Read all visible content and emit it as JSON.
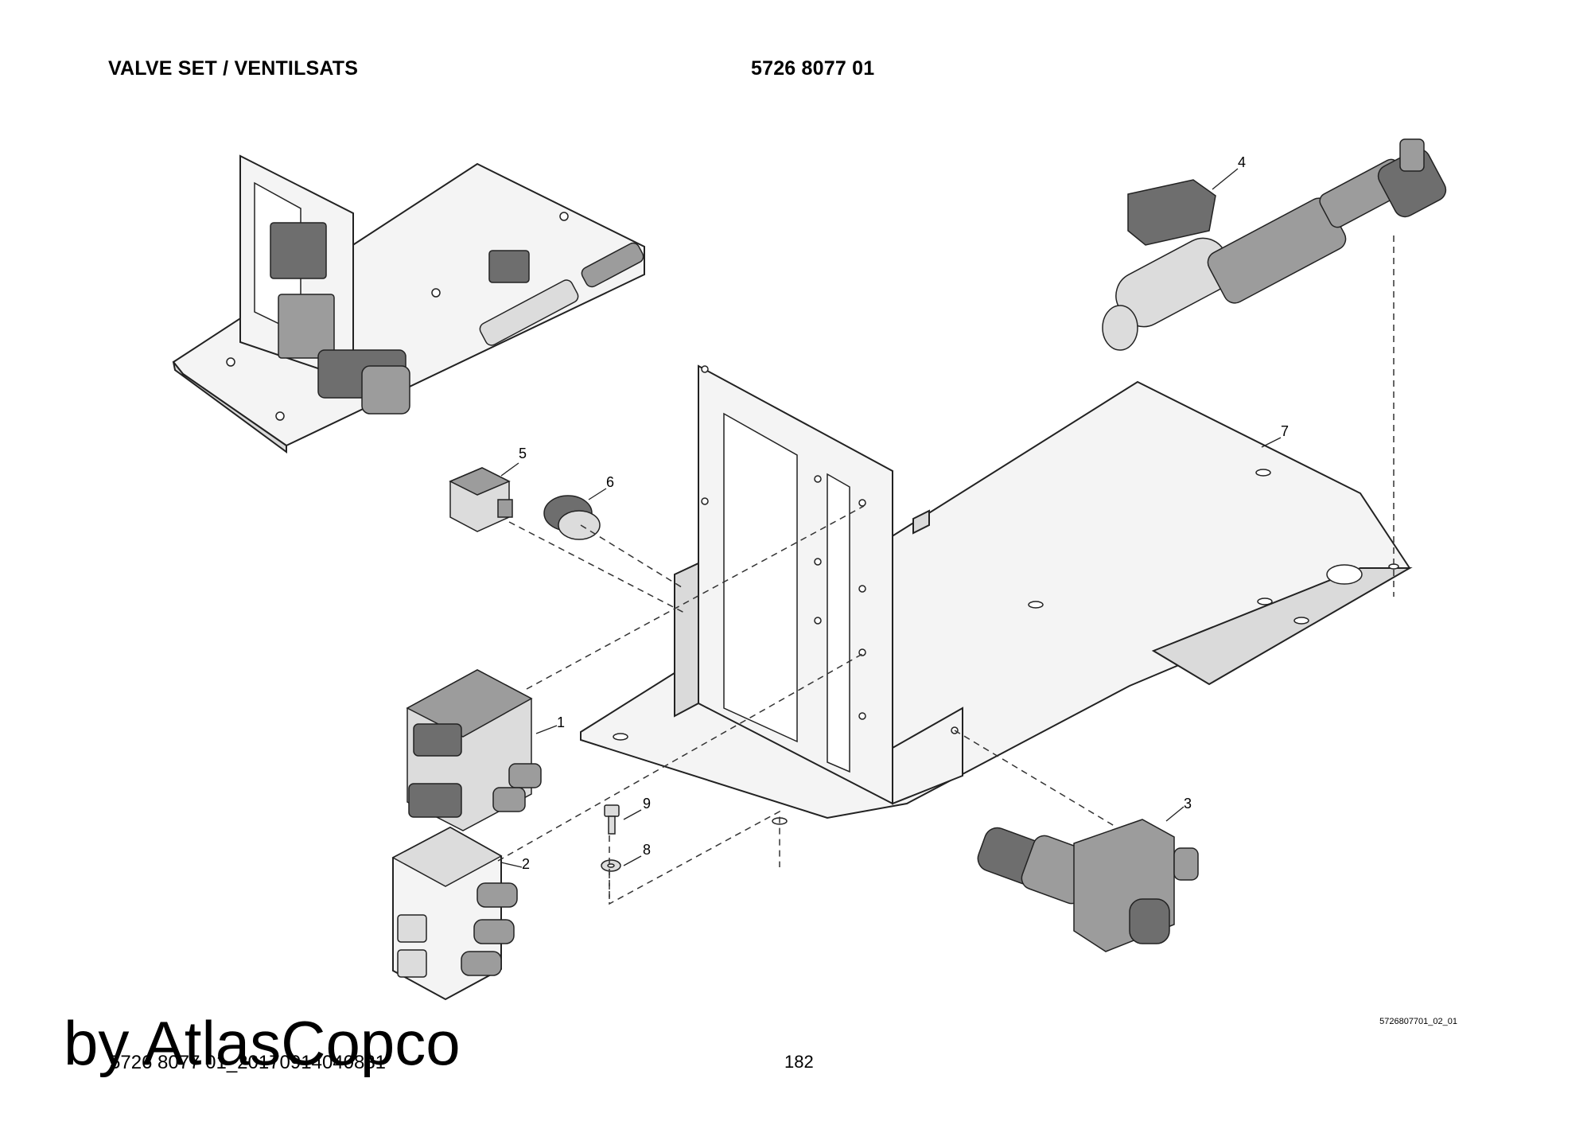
{
  "header": {
    "title": "VALVE SET / VENTILSATS",
    "part_number": "5726 8077 01"
  },
  "callouts": [
    "1",
    "2",
    "3",
    "4",
    "5",
    "6",
    "7",
    "8",
    "9"
  ],
  "footer": {
    "drawing_ref": "5726807701_02_01",
    "doc_id": "5726 8077 01_20170914040831",
    "page_number": "182"
  },
  "watermark": "by AtlasCopco"
}
